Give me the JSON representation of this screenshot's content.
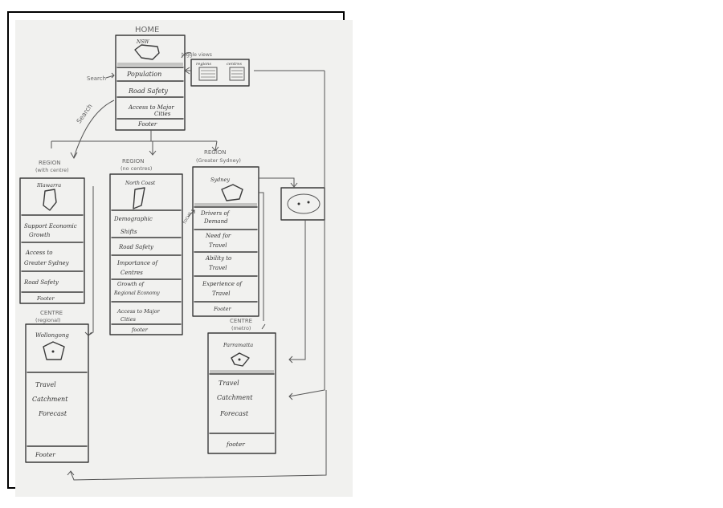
{
  "home": {
    "title": "HOME",
    "map_label": "NSW",
    "items": [
      "Population",
      "Road Safety",
      "Access to Major",
      "Cities"
    ],
    "footer": "Footer"
  },
  "toggle": {
    "label": "toggle views",
    "tab_regions": "regions",
    "tab_centres": "centres"
  },
  "annotations": {
    "search_left": "Search",
    "search_diag": "Search",
    "focus": "focus"
  },
  "region_centre": {
    "title": "REGION",
    "subtitle": "(with centre)",
    "map_label": "Illawarra",
    "items": [
      "Support Economic",
      "Growth",
      "Access to",
      "Greater Sydney",
      "Road Safety"
    ],
    "footer": "Footer"
  },
  "region_none": {
    "title": "REGION",
    "subtitle": "(no centres)",
    "map_label": "North Coast",
    "items": [
      "Demographic",
      "Shifts",
      "Road Safety",
      "Importance of",
      "Centres",
      "Growth of",
      "Regional Economy",
      "Access to Major",
      "Cities"
    ],
    "footer": "footer"
  },
  "region_sydney": {
    "title": "REGION",
    "subtitle": "(Greater Sydney)",
    "map_label": "Sydney",
    "items": [
      "Drivers of",
      "Demand",
      "Need for",
      "Travel",
      "Ability to",
      "Travel",
      "Experience of",
      "Travel"
    ],
    "footer": "Footer"
  },
  "centre_regional": {
    "title": "CENTRE",
    "subtitle": "(regional)",
    "map_label": "Wollongong",
    "items": [
      "Travel",
      "Catchment",
      "Forecast"
    ],
    "footer": "Footer"
  },
  "centre_metro": {
    "title": "CENTRE",
    "subtitle": "(metro)",
    "map_label": "Parramatta",
    "items": [
      "Travel",
      "Catchment",
      "Forecast"
    ],
    "footer": "footer"
  }
}
